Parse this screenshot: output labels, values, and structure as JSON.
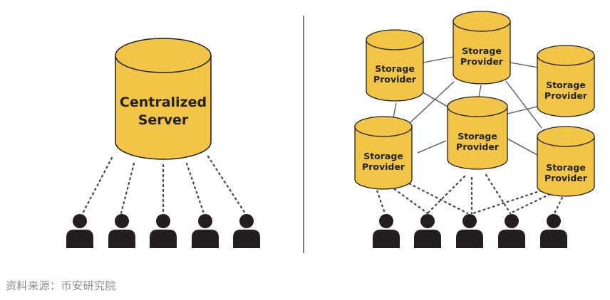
{
  "colors": {
    "cylinder_fill": "#F2C548",
    "cylinder_stroke": "#1f1f1f",
    "user_fill": "#231f20",
    "line_color": "#555555",
    "divider_color": "#555555",
    "caption_color": "#8a8a8a"
  },
  "left_panel": {
    "server_label_line1": "Centralized",
    "server_label_line2": "Server"
  },
  "right_panel": {
    "provider_label_line1": "Storage",
    "provider_label_line2": "Provider"
  },
  "caption": "资料来源：币安研究院"
}
